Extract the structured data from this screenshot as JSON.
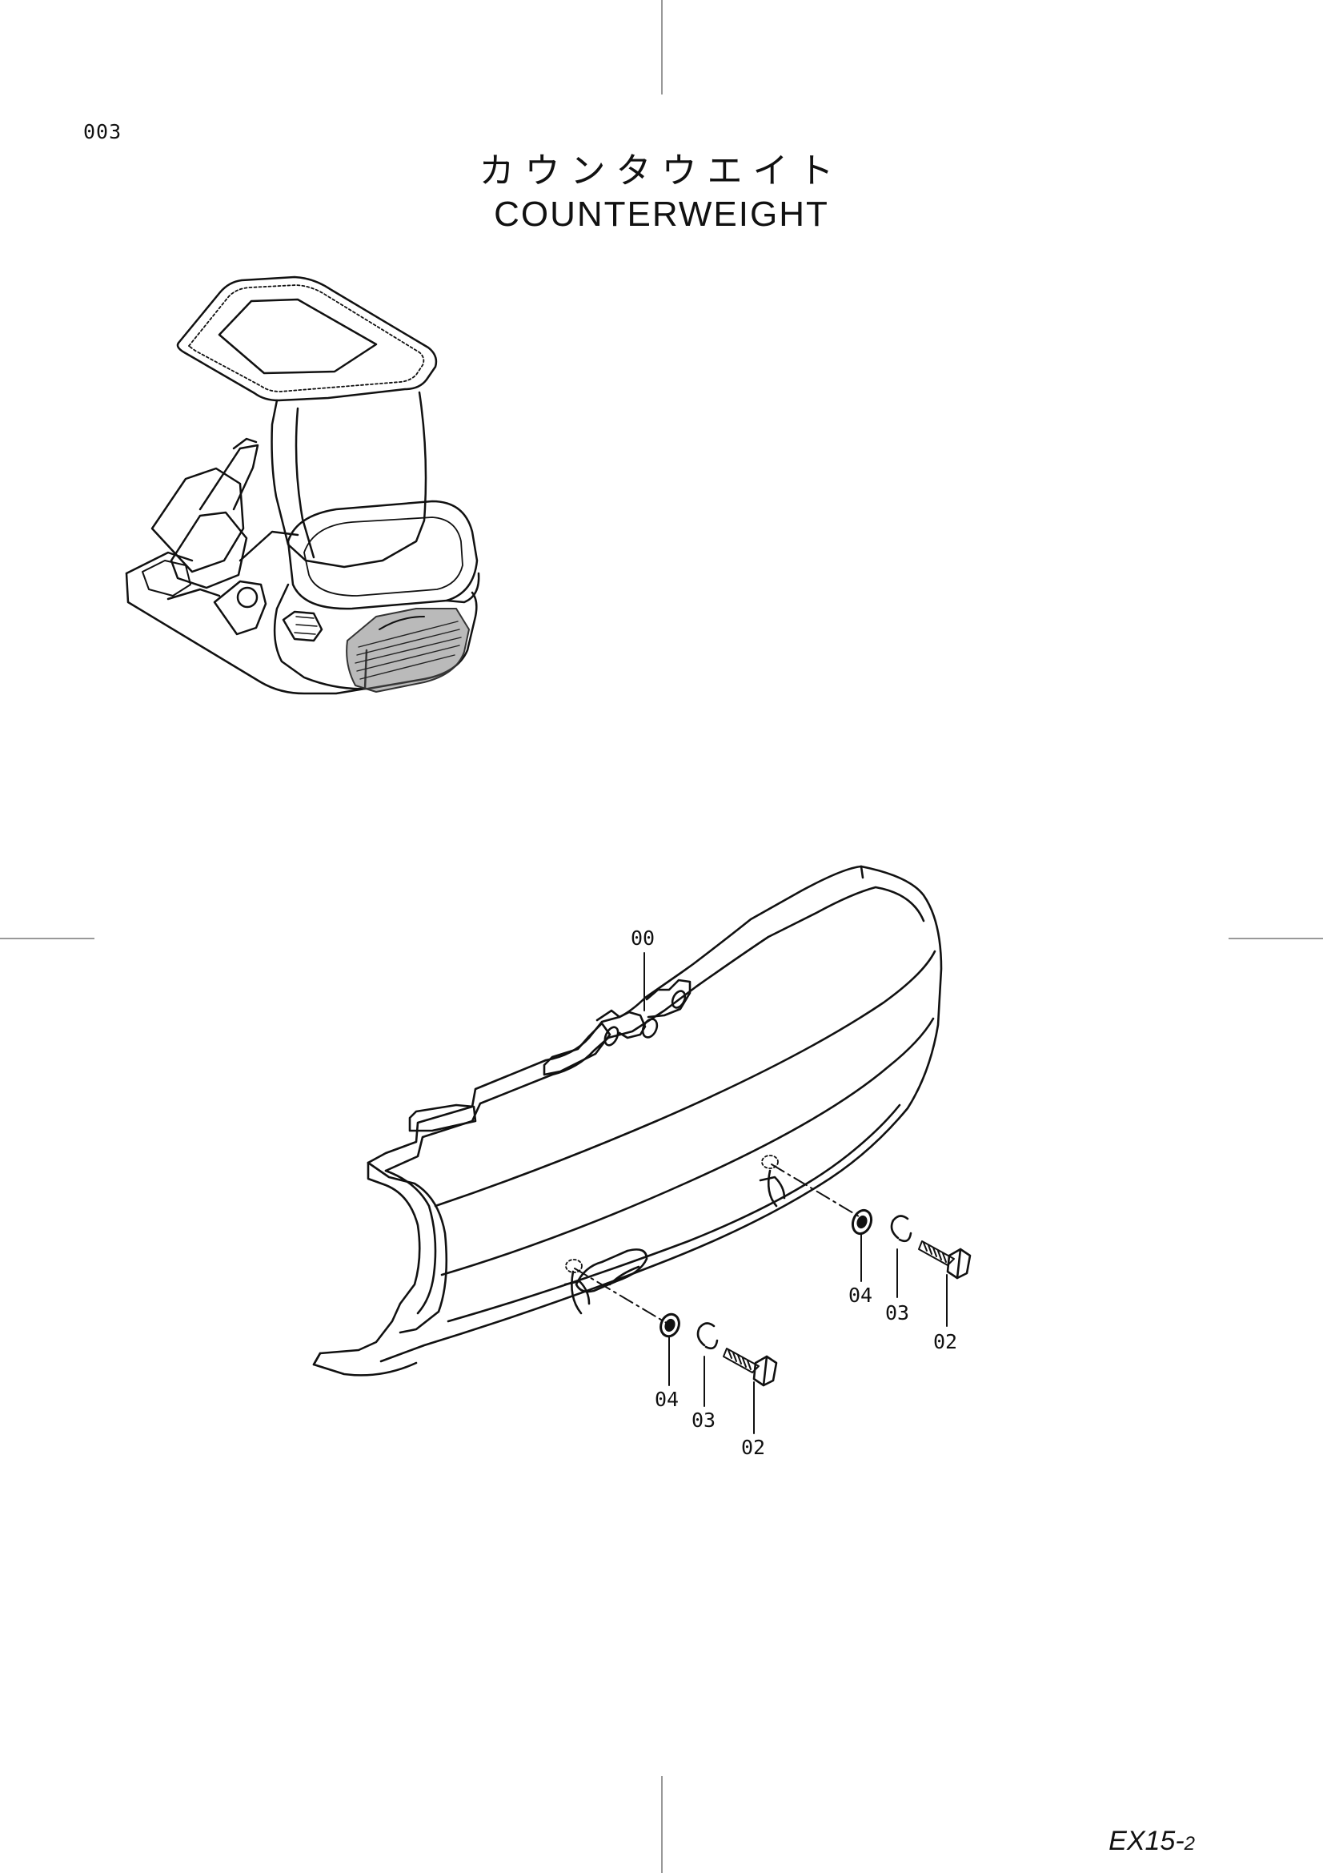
{
  "page_number": "003",
  "title": {
    "japanese": "カウンタウエイト",
    "english": "COUNTERWEIGHT"
  },
  "callouts": {
    "counterweight": "00",
    "bolt_right": "02",
    "spring_washer_right": "03",
    "washer_right": "04",
    "bolt_left": "02",
    "spring_washer_left": "03",
    "washer_left": "04"
  },
  "footer": {
    "model": "EX15-",
    "sheet": "2"
  },
  "colors": {
    "line": "#111111",
    "highlight": "#555555",
    "paper": "#ffffff"
  }
}
